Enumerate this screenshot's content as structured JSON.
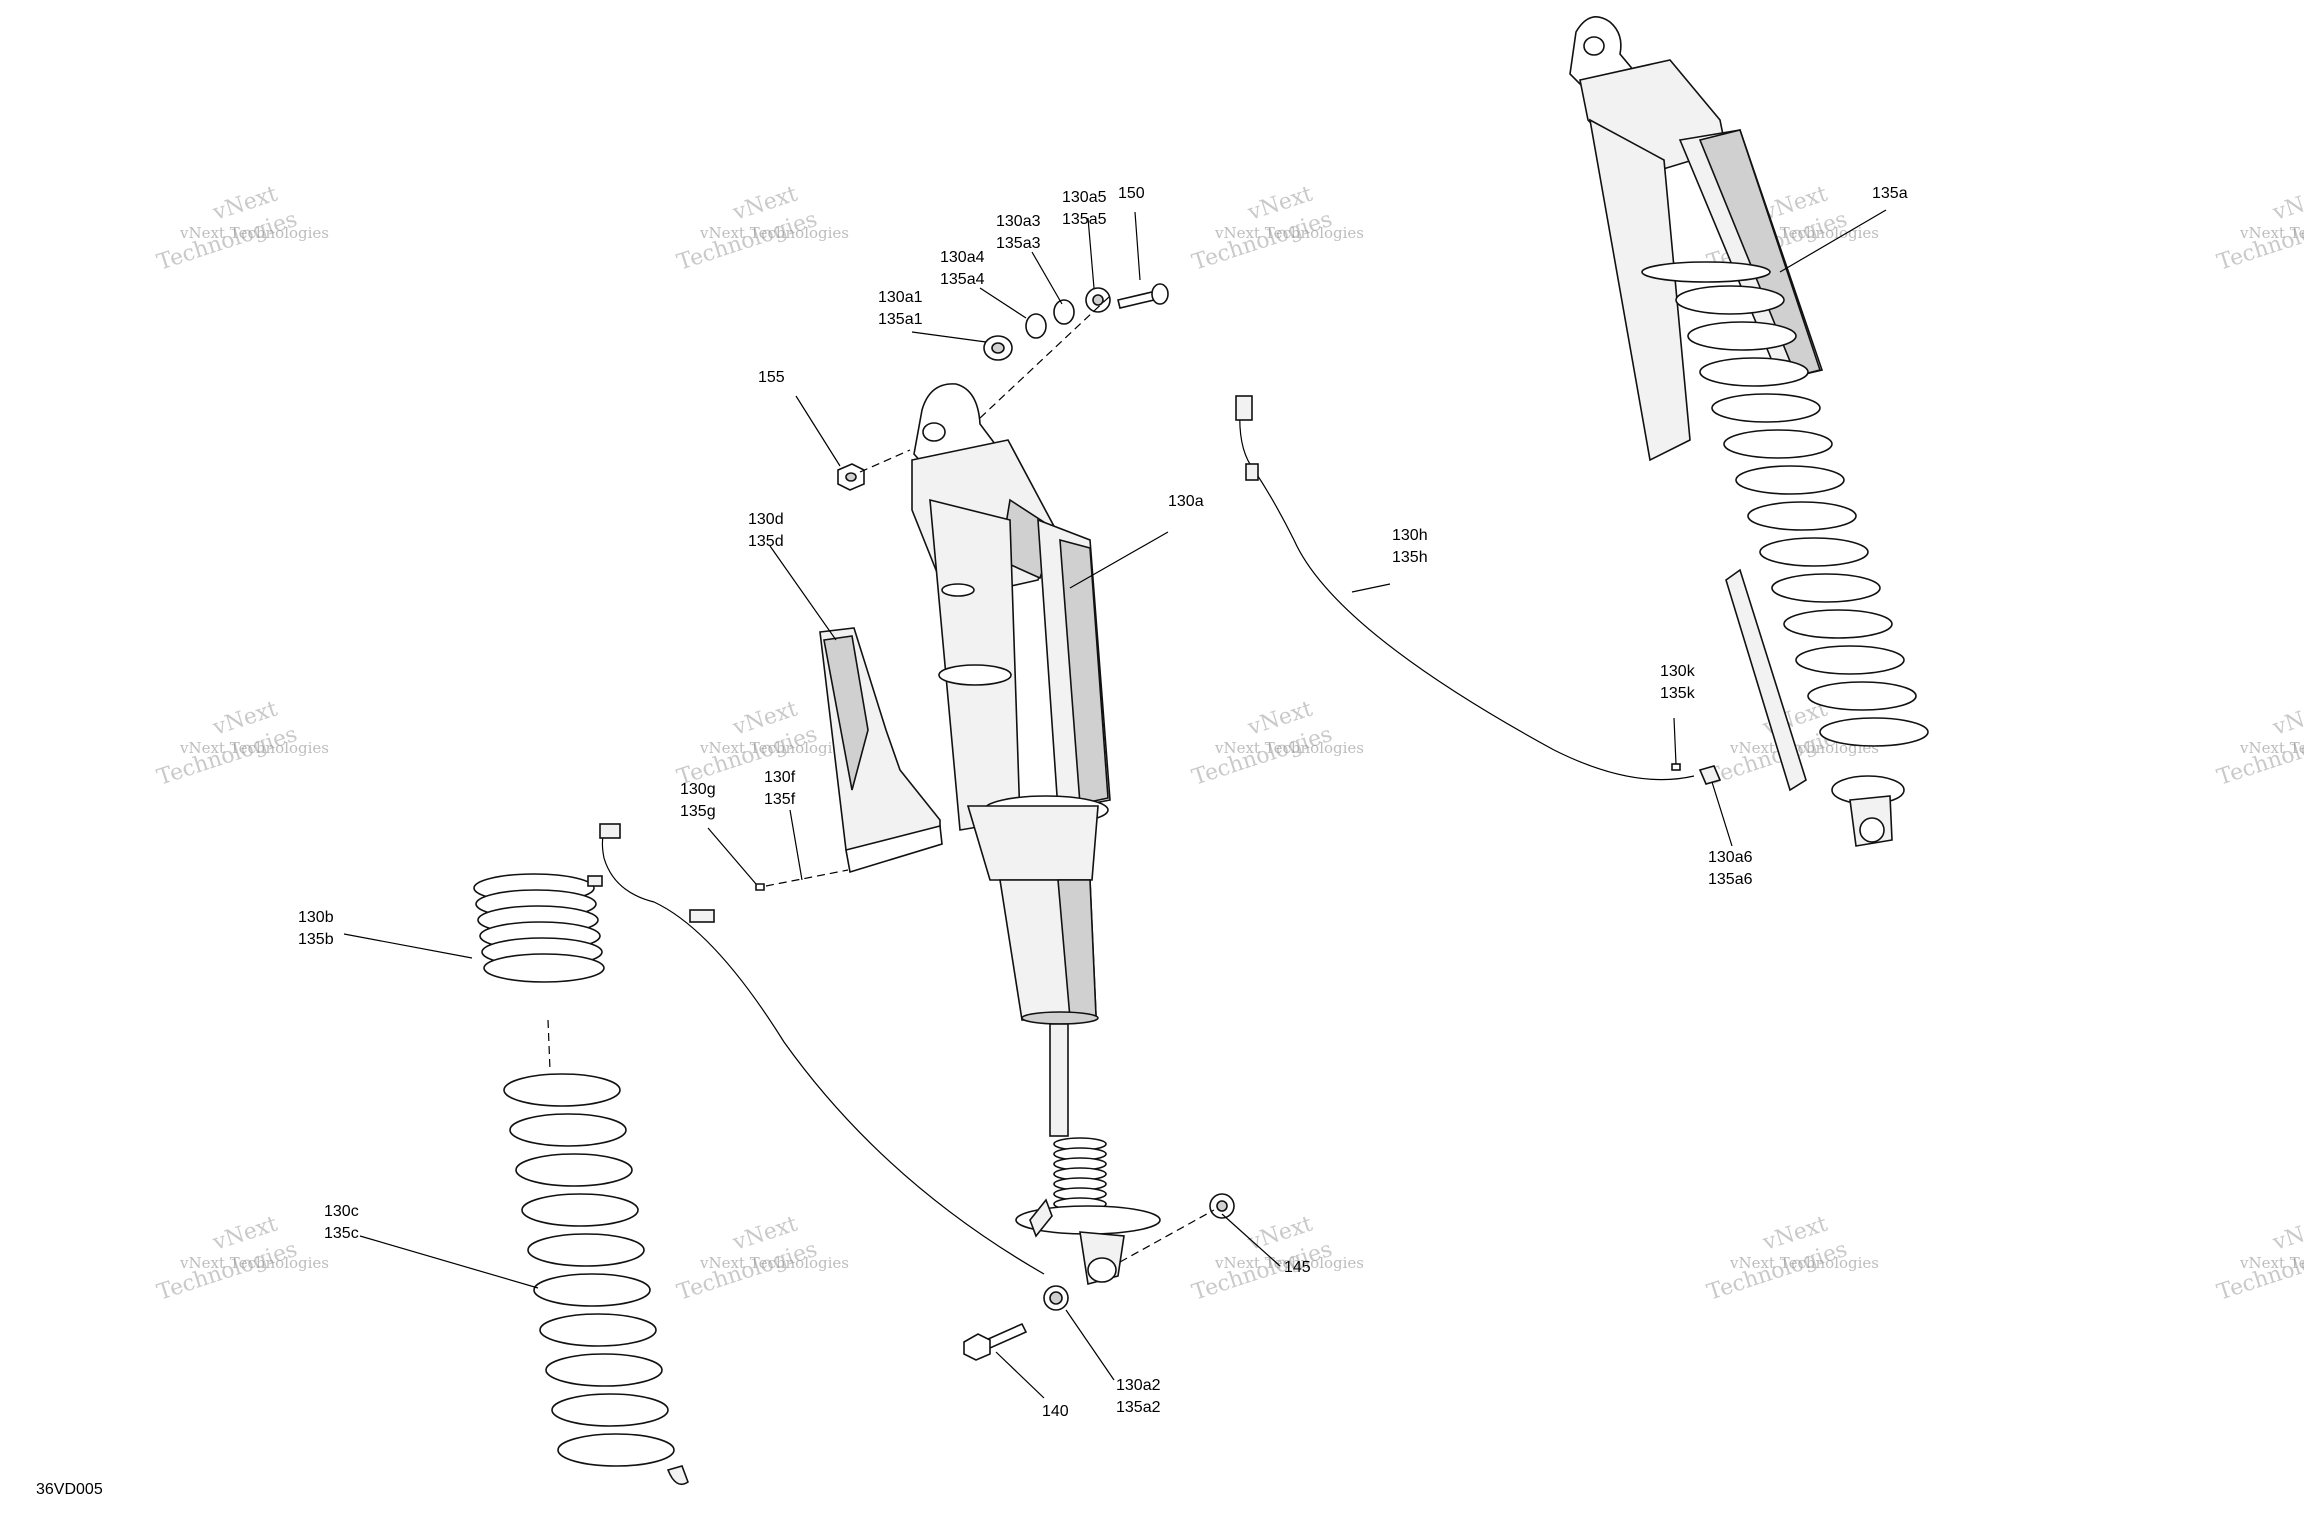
{
  "watermark": {
    "line1": "vNext Technologies",
    "line2": "vNext",
    "line3": "Technologies"
  },
  "diagram_id": "36VD005",
  "callouts": {
    "c150": "150",
    "c130a5": "130a5",
    "c135a5": "135a5",
    "c130a3": "130a3",
    "c135a3": "135a3",
    "c130a4": "130a4",
    "c135a4": "135a4",
    "c130a1": "130a1",
    "c135a1": "135a1",
    "c155": "155",
    "c130a": "130a",
    "c130d": "130d",
    "c135d": "135d",
    "c130g": "130g",
    "c135g": "135g",
    "c130f": "130f",
    "c135f": "135f",
    "c130b": "130b",
    "c135b": "135b",
    "c130c": "130c",
    "c135c": "135c",
    "c145": "145",
    "c140": "140",
    "c130a2": "130a2",
    "c135a2": "135a2",
    "c130h": "130h",
    "c135h": "135h",
    "c130k": "130k",
    "c135k": "135k",
    "c130a6": "130a6",
    "c135a6": "135a6",
    "c135a": "135a"
  }
}
